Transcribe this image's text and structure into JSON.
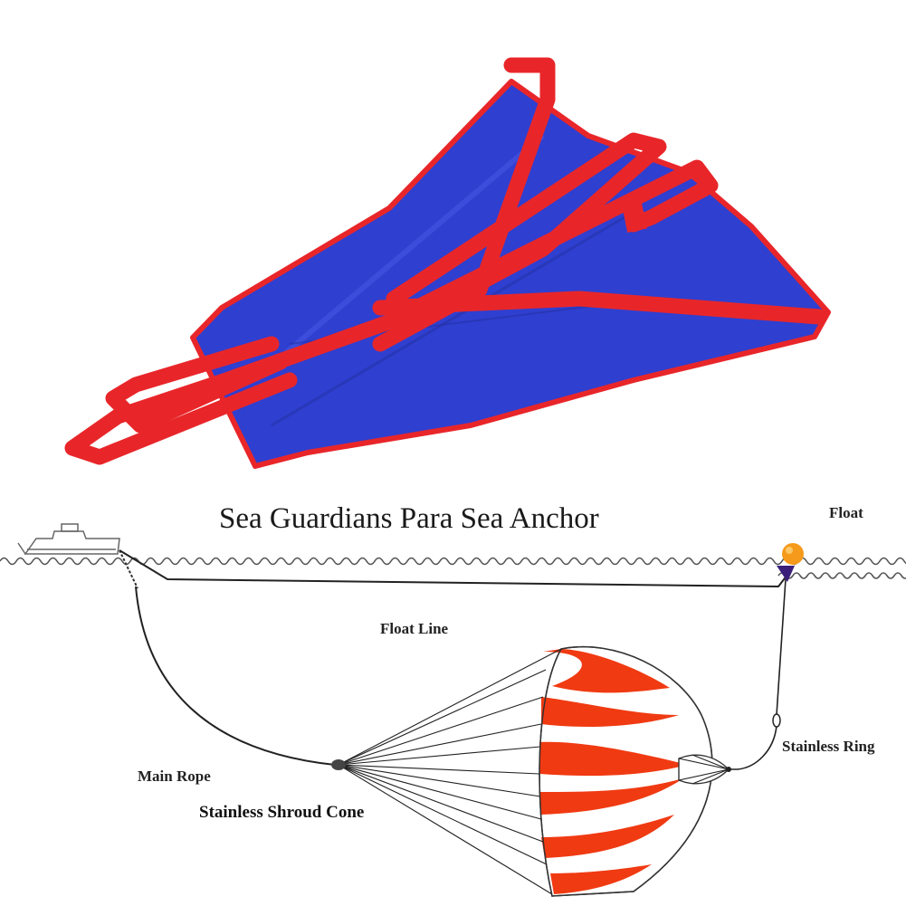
{
  "diagram": {
    "title": "Sea Guardians Para Sea Anchor",
    "labels": {
      "float": "Float",
      "float_line": "Float Line",
      "stainless_ring": "Stainless Ring",
      "main_rope": "Main Rope",
      "shroud_cone": "Stainless Shroud Cone"
    }
  },
  "colors": {
    "anchor_blue": "#2f3fd0",
    "strap_red": "#e8262a",
    "parachute_red": "#f03a12",
    "float_orange": "#f59a1a",
    "float_base": "#3a1f7a"
  }
}
